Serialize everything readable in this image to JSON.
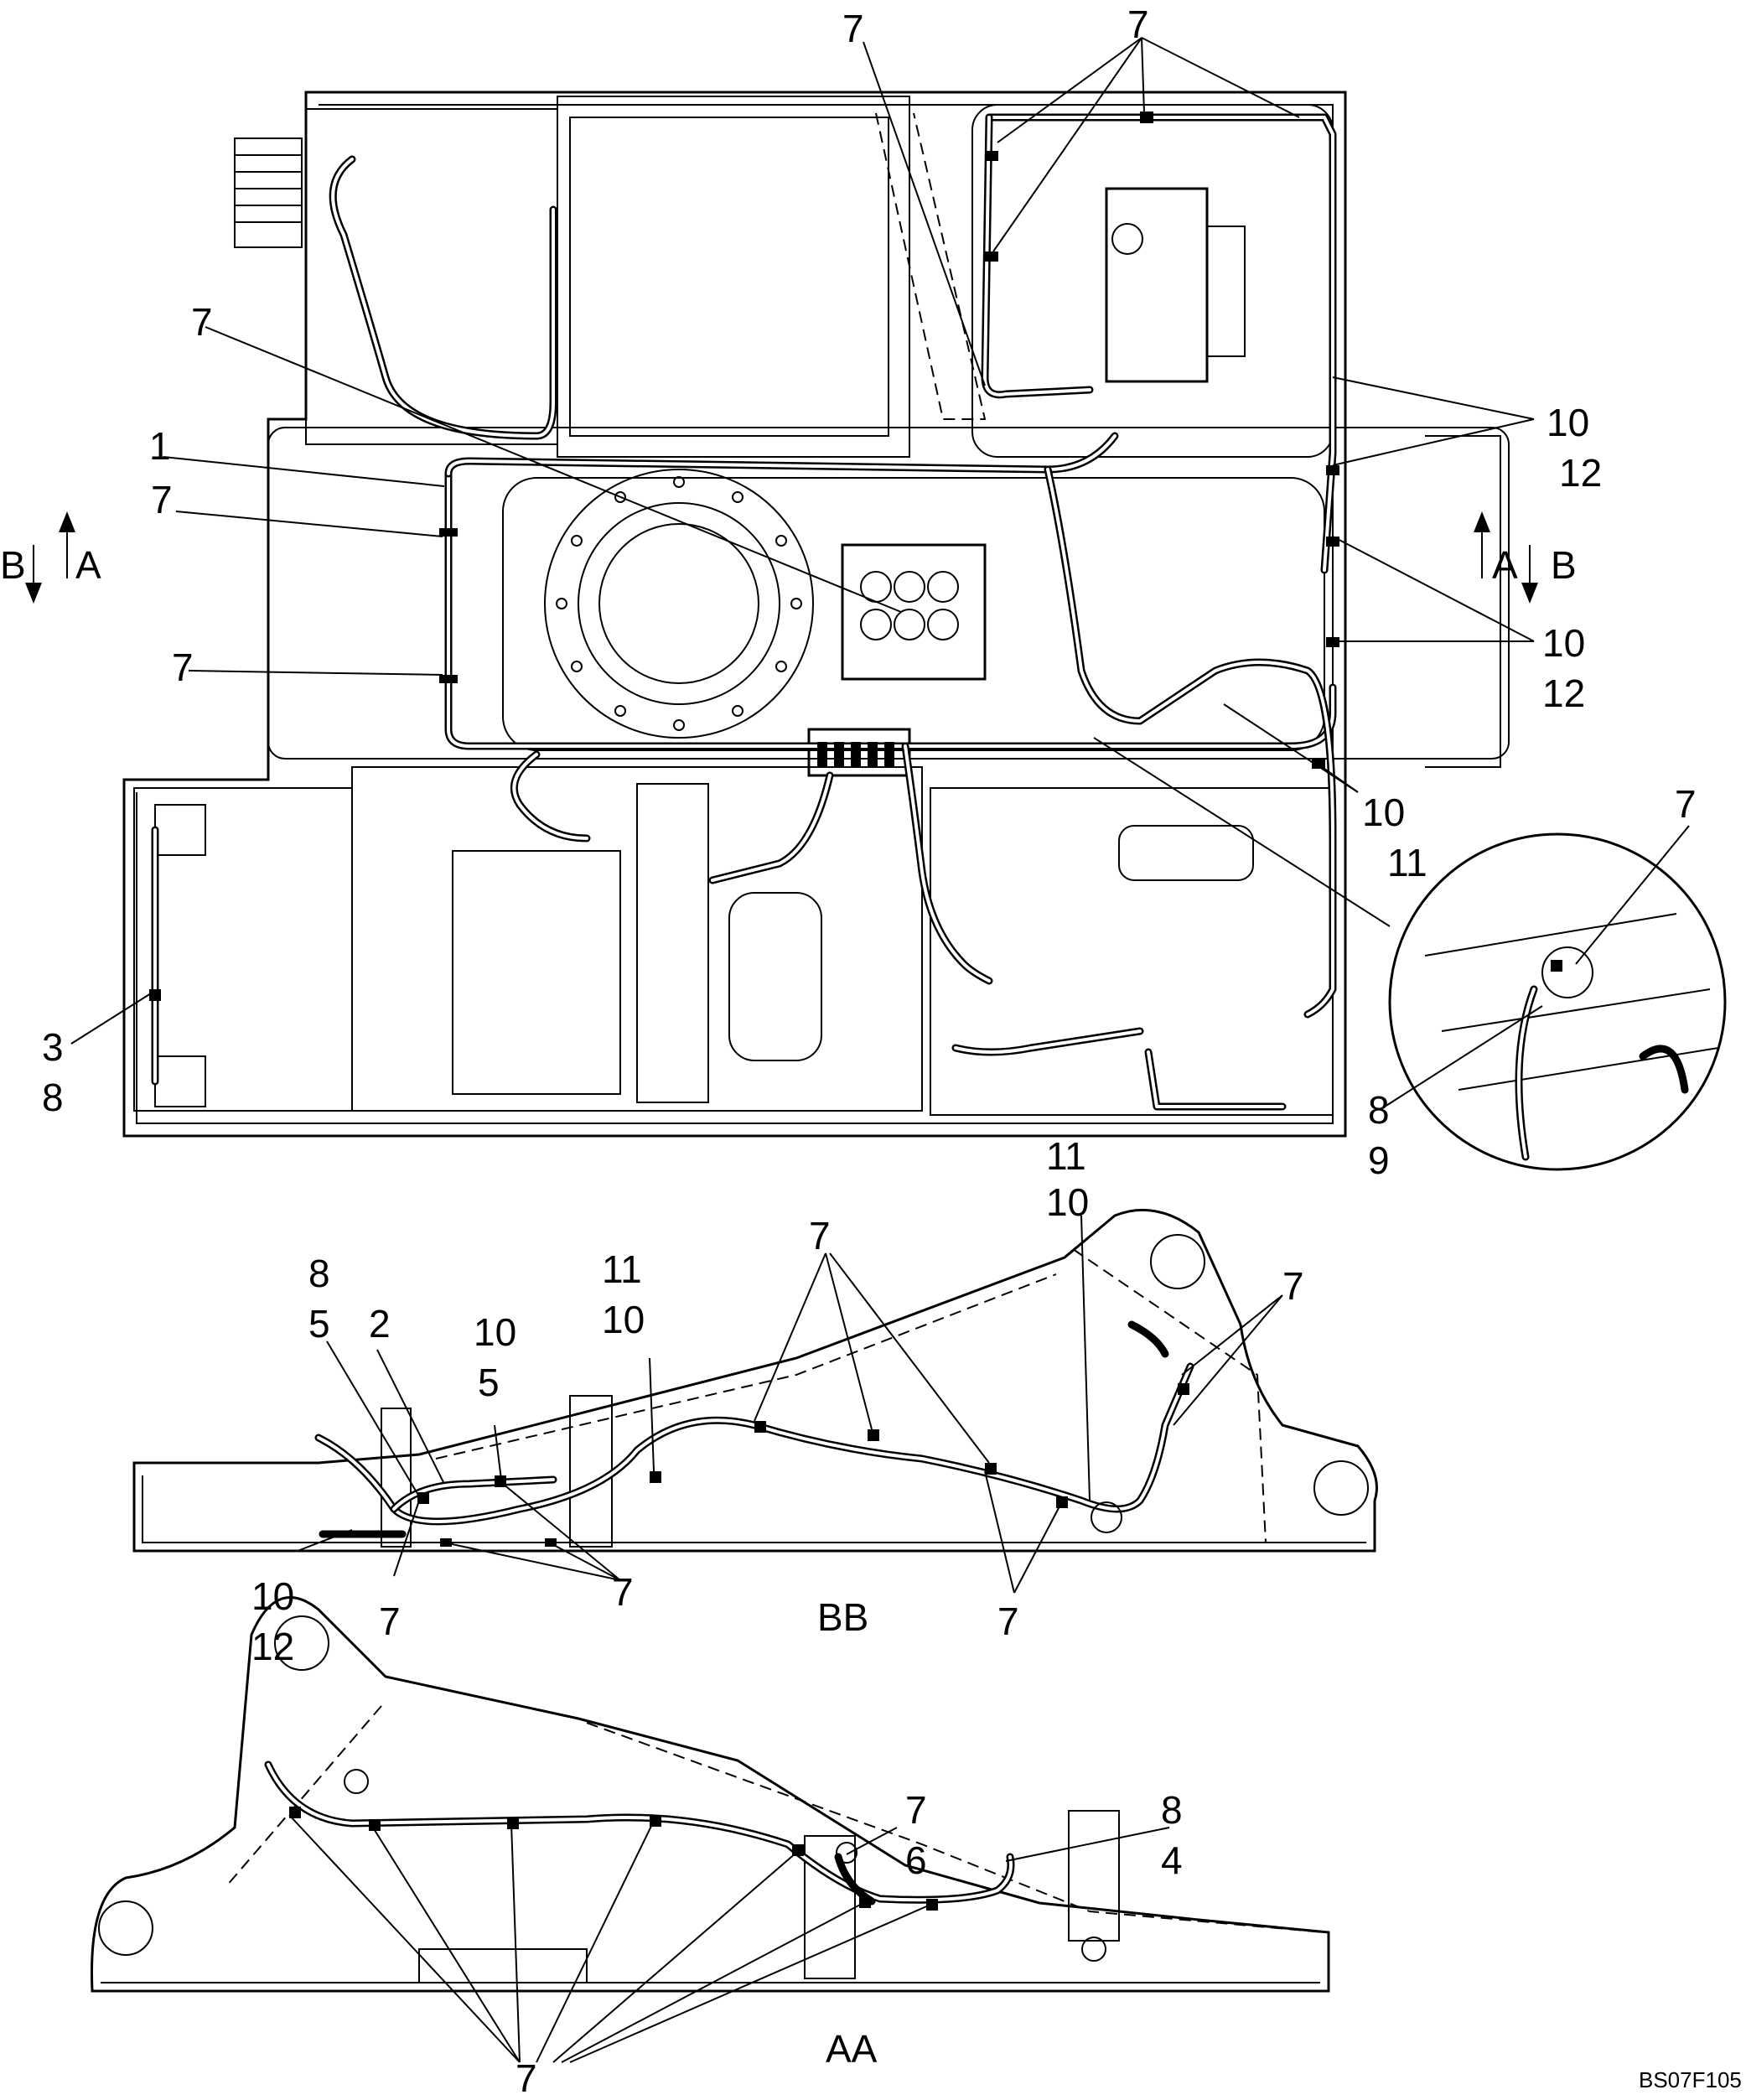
{
  "callouts": {
    "c1": "1",
    "c2": "2",
    "c3": "3",
    "c4": "4",
    "c5": "5",
    "c6": "6",
    "c7": "7",
    "c8": "8",
    "c9": "9",
    "c10": "10",
    "c11": "11",
    "c12": "12"
  },
  "section_marks": {
    "a": "A",
    "b": "B"
  },
  "views": {
    "bb": "BB",
    "aa": "AA"
  },
  "figure_code": "BS07F105"
}
